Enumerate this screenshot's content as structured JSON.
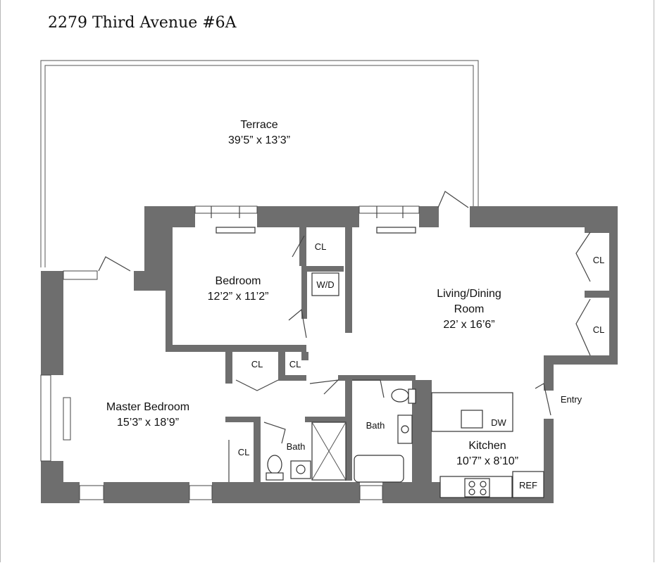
{
  "title": "2279 Third Avenue #6A",
  "rooms": {
    "terrace": {
      "name": "Terrace",
      "dims": "39’5” x 13’3”"
    },
    "bedroom": {
      "name": "Bedroom",
      "dims": "12’2” x 11’2”"
    },
    "living": {
      "name1": "Living/Dining",
      "name2": "Room",
      "dims": "22’ x 16’6”"
    },
    "master": {
      "name": "Master Bedroom",
      "dims": "15’3” x 18’9”"
    },
    "kitchen": {
      "name": "Kitchen",
      "dims": "10’7” x 8’10”"
    },
    "bath1": {
      "name": "Bath"
    },
    "bath2": {
      "name": "Bath"
    }
  },
  "labels": {
    "cl": "CL",
    "wd": "W/D",
    "dw": "DW",
    "ref": "REF",
    "entry": "Entry"
  }
}
